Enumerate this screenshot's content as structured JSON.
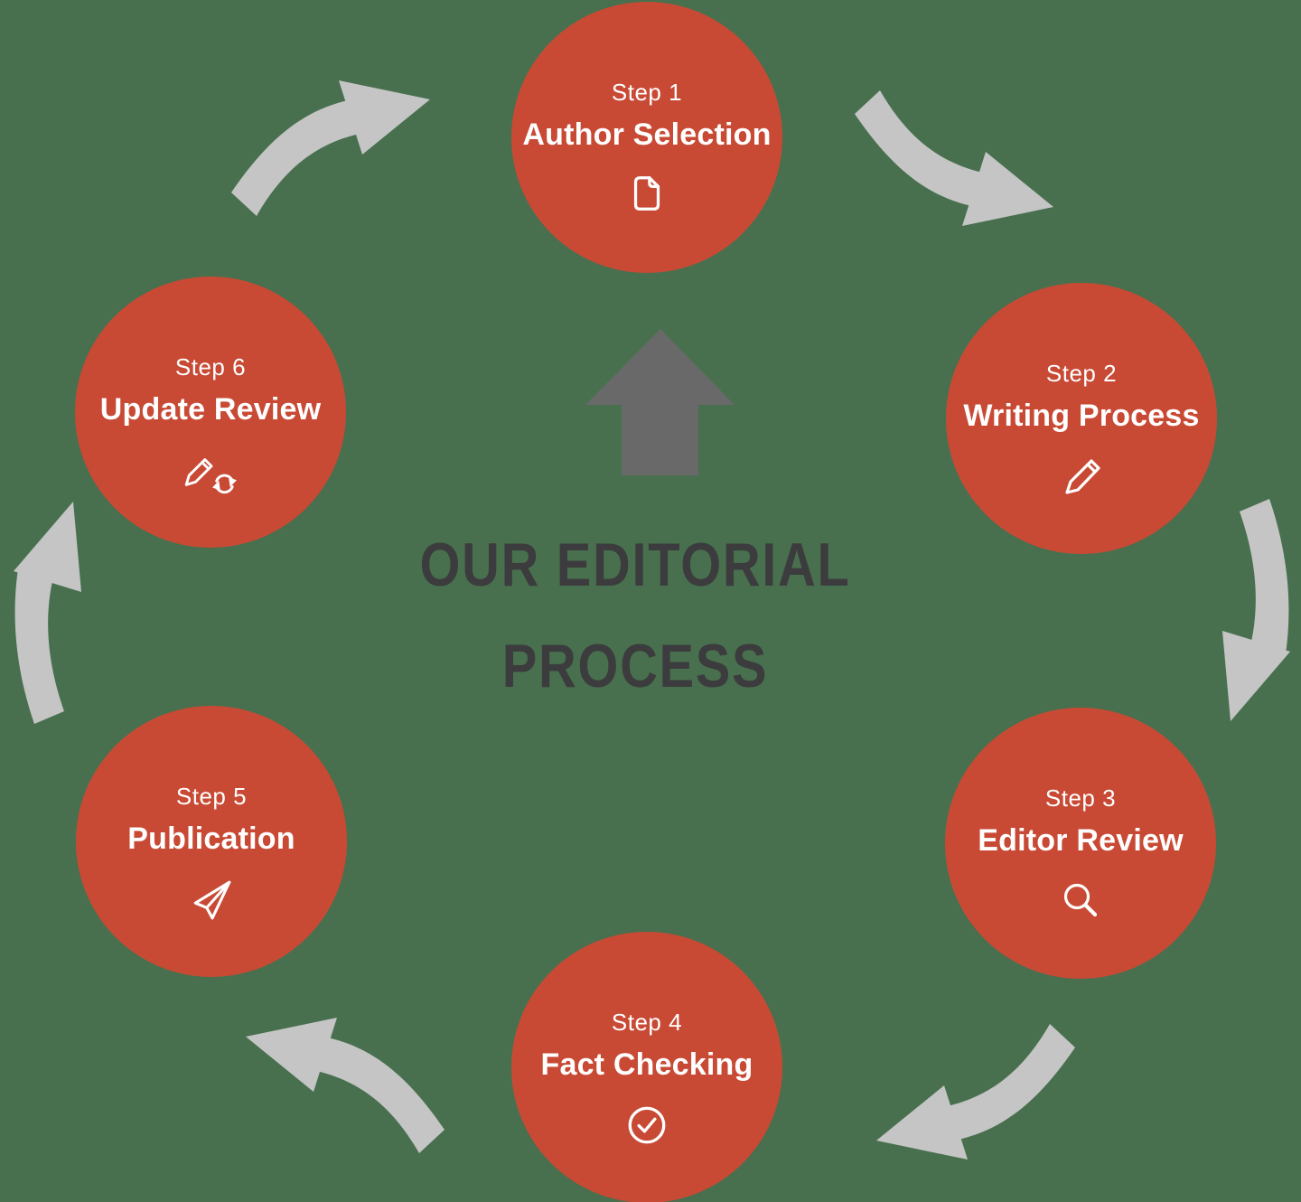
{
  "diagram": {
    "title_line1": "OUR EDITORIAL",
    "title_line2": "PROCESS",
    "flow": "clockwise-cycle"
  },
  "steps": [
    {
      "step_label": "Step 1",
      "title": "Author Selection",
      "icon": "document-icon"
    },
    {
      "step_label": "Step 2",
      "title": "Writing Process",
      "icon": "pencil-icon"
    },
    {
      "step_label": "Step 3",
      "title": "Editor Review",
      "icon": "magnifier-icon"
    },
    {
      "step_label": "Step 4",
      "title": "Fact Checking",
      "icon": "check-circle-icon"
    },
    {
      "step_label": "Step 5",
      "title": "Publication",
      "icon": "paper-plane-icon"
    },
    {
      "step_label": "Step 6",
      "title": "Update Review",
      "icon": "pencil-refresh-icon"
    }
  ],
  "colors": {
    "background": "#48704e",
    "circle_fill": "#c84a35",
    "circle_text": "#ffffff",
    "cycle_arrows": "#c5c5c5",
    "center_arrow": "#696969",
    "title_text": "#3c3c3e"
  }
}
